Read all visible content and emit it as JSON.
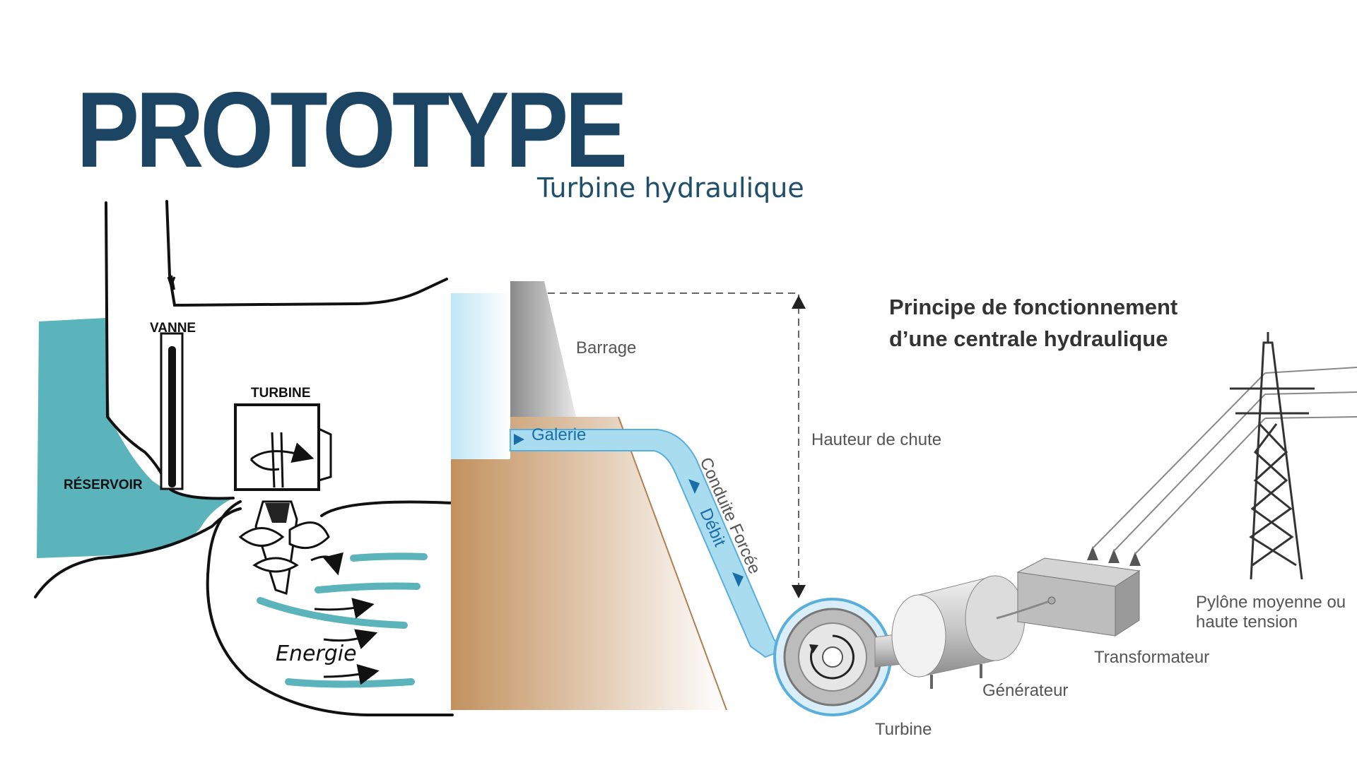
{
  "title": "PROTOTYPE",
  "subtitle": "Turbine hydraulique",
  "sketch": {
    "vanne": "VANNE",
    "turbine": "TURBINE",
    "reservoir": "RÉSERVOIR",
    "energie": "Energie"
  },
  "diagram": {
    "heading_line1": "Principe de fonctionnement",
    "heading_line2": "d’une centrale hydraulique",
    "barrage": "Barrage",
    "galerie": "Galerie",
    "conduite": "Conduite Forcée",
    "debit": "Débit",
    "hauteur": "Hauteur de chute",
    "turbine": "Turbine",
    "generateur": "Générateur",
    "transformateur": "Transformateur",
    "pylone_line1": "Pylône moyenne ou",
    "pylone_line2": "haute tension"
  },
  "colors": {
    "title": "#1c4563",
    "subtitle": "#1f4f6b",
    "sketch_water": "#5bb3bc",
    "diagram_water": "#a9dcef",
    "ground": "#c89a68"
  }
}
